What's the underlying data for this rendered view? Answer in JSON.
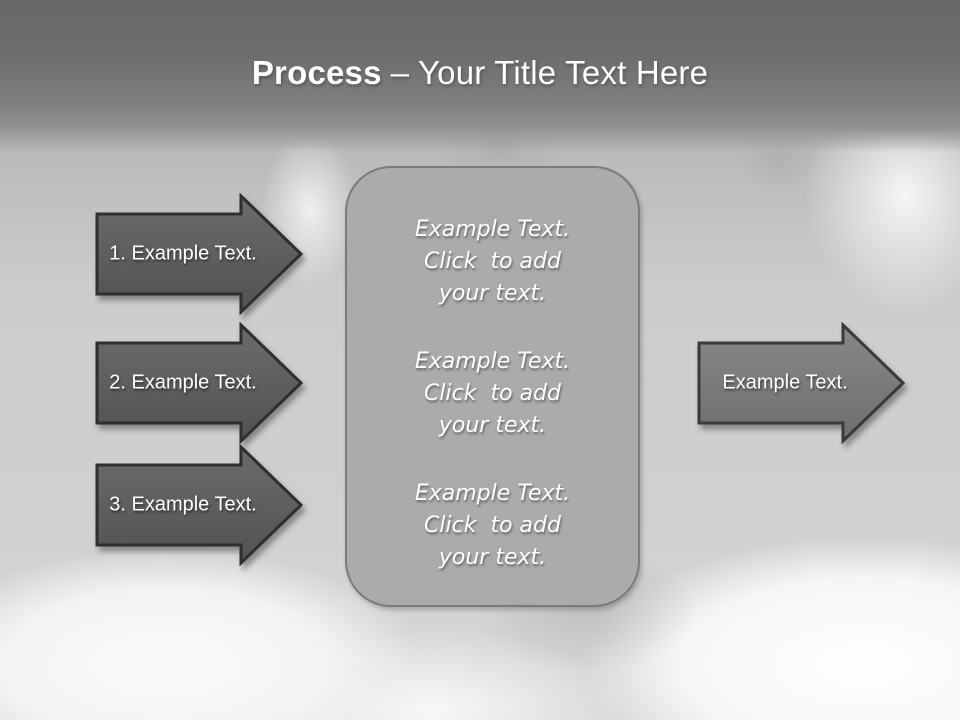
{
  "title": {
    "bold": "Process",
    "rest": "– Your Title Text Here"
  },
  "left_arrows": [
    {
      "label": "1. Example Text."
    },
    {
      "label": "2. Example Text."
    },
    {
      "label": "3. Example Text."
    }
  ],
  "panel": {
    "items": [
      {
        "lines": [
          "Example Text.",
          "Click  to add",
          "your text."
        ]
      },
      {
        "lines": [
          "Example Text.",
          "Click  to add",
          "your text."
        ]
      },
      {
        "lines": [
          "Example Text.",
          "Click  to add",
          "your text."
        ]
      }
    ]
  },
  "right_arrow": {
    "label": "Example Text."
  },
  "colors": {
    "title_band_top": "#676767",
    "photo_base": "#cbcbcb",
    "arrow_dark_fill": "#5d5d5d",
    "arrow_light_fill": "#7a7a7a",
    "arrow_outline": "#2f2f2f",
    "panel_fill": "#ababab",
    "panel_border": "#7b7b7b",
    "text": "#ffffff"
  }
}
